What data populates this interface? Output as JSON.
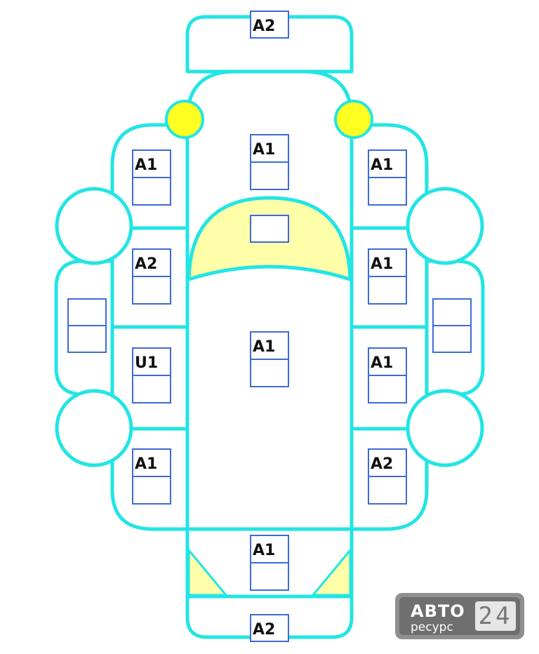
{
  "colors": {
    "outline": "#22e5e5",
    "panel_box": "#3d6bd6",
    "lamp_fill": "#ffff22",
    "lamp_stroke": "#22e5e5",
    "highlight_fill": "#ffffaa"
  },
  "panels": {
    "front_bumper": "A2",
    "hood": "A1",
    "windshield": "",
    "roof": "A1",
    "trunk": "A1",
    "rear_bumper": "A2",
    "left_front_fender": "A1",
    "left_front_door": "A2",
    "left_rear_door": "U1",
    "left_rear_fender": "A1",
    "left_sill": "",
    "right_front_fender": "A1",
    "right_front_door": "A1",
    "right_rear_door": "A1",
    "right_rear_fender": "A2",
    "right_sill": ""
  },
  "logo": {
    "word1": "АВТО",
    "word2": "ресурс",
    "number": "24"
  }
}
